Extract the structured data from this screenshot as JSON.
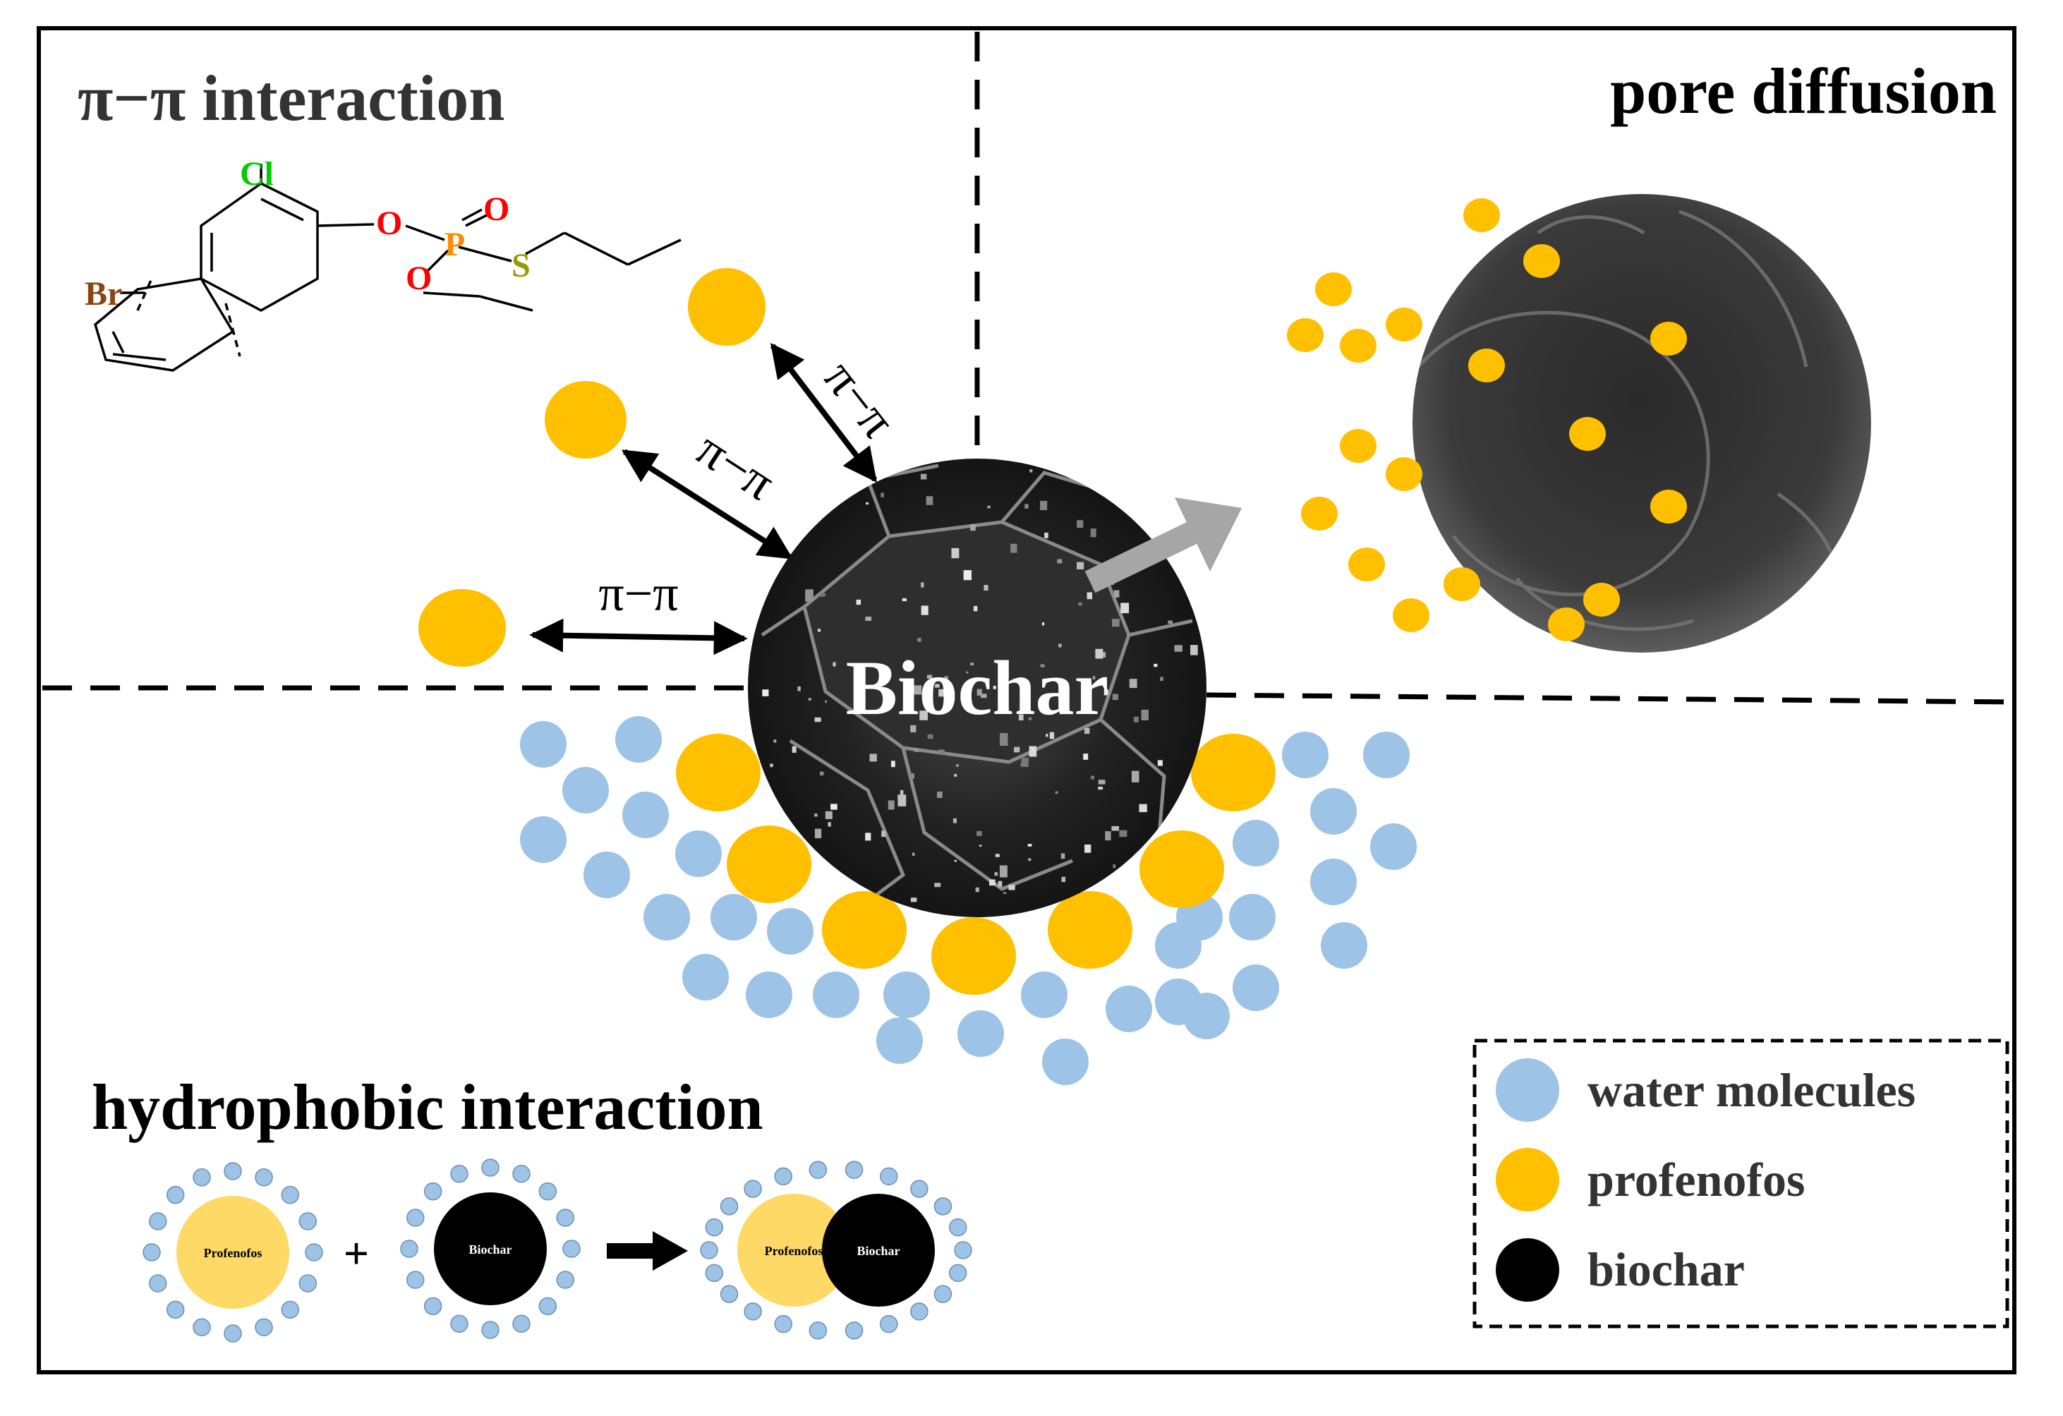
{
  "titles": {
    "pi_pi": "π−π interaction",
    "pore": "pore diffusion",
    "hydrophobic": "hydrophobic interaction"
  },
  "central": {
    "label": "Biochar"
  },
  "arrow_labels": [
    "π−π",
    "π−π",
    "π−π"
  ],
  "molecule": {
    "Cl": "Cl",
    "Br": "Br",
    "O1": "O",
    "O2": "O",
    "O3": "O",
    "P": "P",
    "S": "S"
  },
  "legend": {
    "items": [
      {
        "label": "water molecules",
        "color": "#9dc3e6"
      },
      {
        "label": "profenofos",
        "color": "#ffc000"
      },
      {
        "label": "biochar",
        "color": "#000000"
      }
    ]
  },
  "mini_scheme": {
    "profenofos": "Profenofos",
    "biochar": "Biochar",
    "plus": "+"
  },
  "colors": {
    "water": "#9dc3e6",
    "profenofos": "#ffc000",
    "profenofos_light": "#ffd966",
    "biochar": "#000000",
    "chlorine": "#00cc00",
    "bromine": "#8b4513",
    "oxygen": "#ff0000",
    "phosphorus": "#ff8c00",
    "sulfur": "#999900",
    "arrow_gray": "#a6a6a6"
  }
}
